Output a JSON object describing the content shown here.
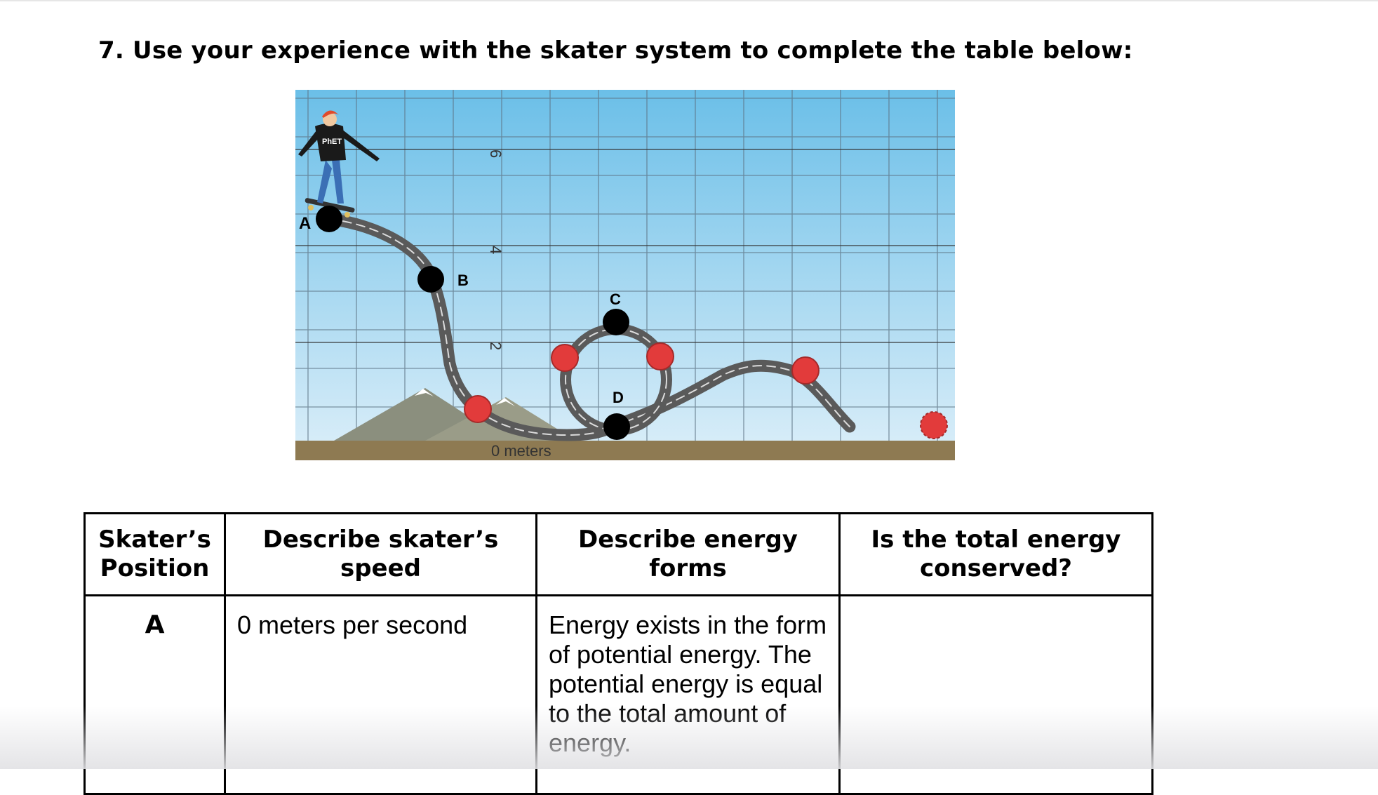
{
  "question": "7. Use your experience with the skater system to complete the table below:",
  "figure": {
    "y_ticks": [
      "6",
      "4",
      "2"
    ],
    "ground_label": "0 meters",
    "shirt_logo": "PhET",
    "points": [
      {
        "label": "A",
        "color": "black"
      },
      {
        "label": "B",
        "color": "black"
      },
      {
        "label": "C",
        "color": "black"
      },
      {
        "label": "D",
        "color": "black"
      }
    ],
    "colors": {
      "sky_top": "#6bbfe8",
      "sky_bottom": "#d6ecf8",
      "ground": "#8e7a52",
      "track": "#555555",
      "control_point": "#e23b3b"
    }
  },
  "table": {
    "headers": [
      "Skater’s Position",
      "Describe skater’s speed",
      "Describe energy forms",
      "Is the total energy conserved?"
    ],
    "rows": [
      {
        "position": "A",
        "speed": "0 meters per second",
        "energy": "Energy exists in the form of potential energy. The potential energy is equal to the total amount of energy.",
        "conserved": ""
      }
    ]
  }
}
